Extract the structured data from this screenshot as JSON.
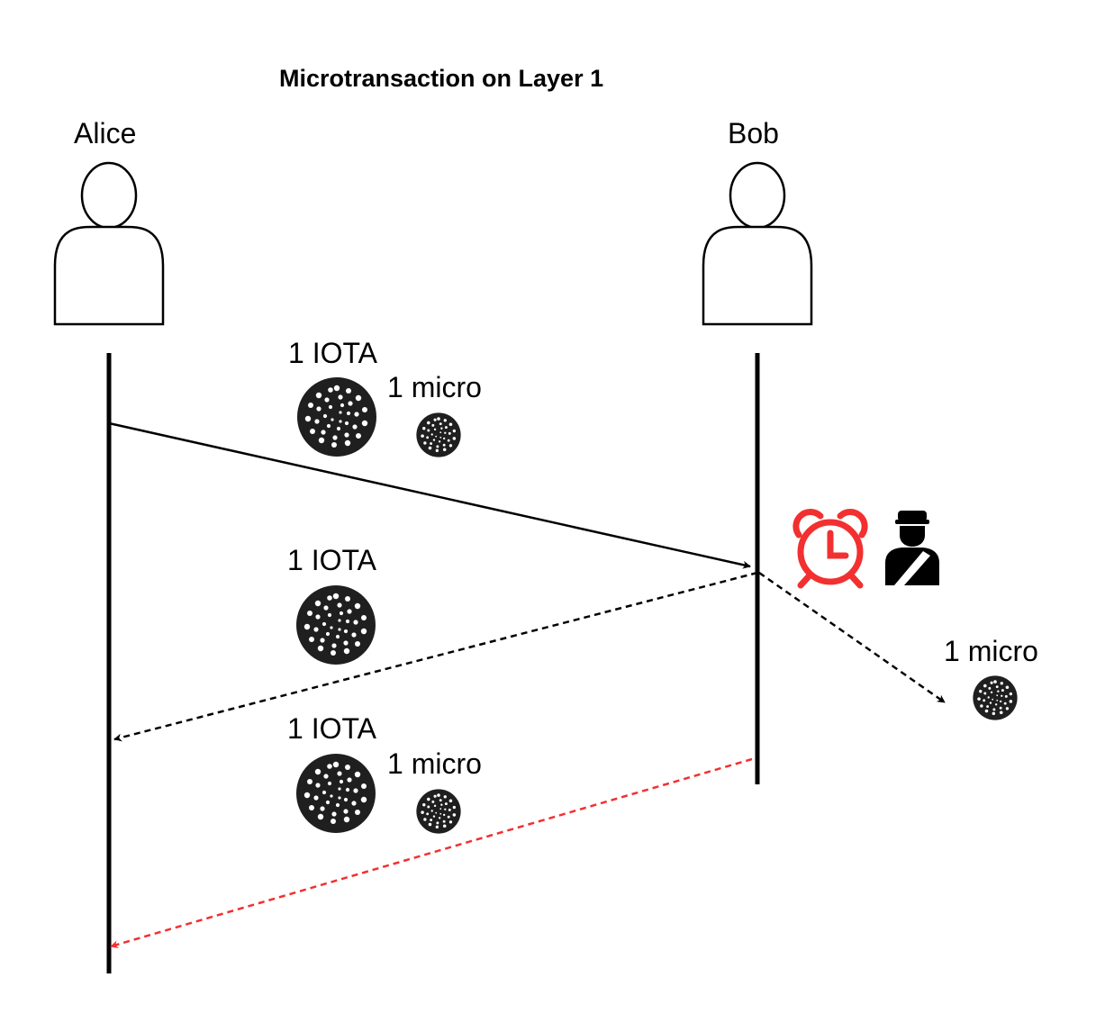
{
  "diagram": {
    "title": "Microtransaction on Layer 1",
    "actors": {
      "alice": "Alice",
      "bob": "Bob"
    },
    "messages": {
      "m1": {
        "iota_label": "1 IOTA",
        "micro_label": "1 micro",
        "style": "solid",
        "color": "#000000"
      },
      "m2": {
        "iota_label": "1 IOTA",
        "style": "dashed",
        "color": "#000000"
      },
      "m3": {
        "micro_label": "1 micro",
        "style": "dashed",
        "color": "#000000"
      },
      "m4": {
        "iota_label": "1 IOTA",
        "micro_label": "1 micro",
        "style": "dashed",
        "color": "#F23030"
      }
    },
    "icons": {
      "coin": "iota-coin-icon",
      "alarm": "alarm-clock-icon",
      "officer": "officer-icon"
    },
    "colors": {
      "line": "#000000",
      "alert": "#F23030",
      "coin": "#1f1f1f"
    }
  }
}
